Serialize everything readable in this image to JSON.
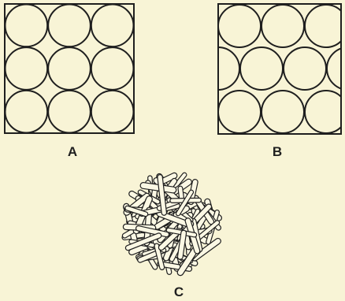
{
  "figure": {
    "panels": [
      {
        "id": "A",
        "label": "A",
        "arrangement": "square-grid-circles",
        "rows": 3,
        "cols": 3
      },
      {
        "id": "B",
        "label": "B",
        "arrangement": "offset-rows-circles",
        "rows": 3
      },
      {
        "id": "C",
        "label": "C",
        "arrangement": "random-rods-in-circle"
      }
    ],
    "colors": {
      "background": "#f8f4d6",
      "line": "#1f1f1f",
      "fill": "#fbf8e4"
    }
  }
}
